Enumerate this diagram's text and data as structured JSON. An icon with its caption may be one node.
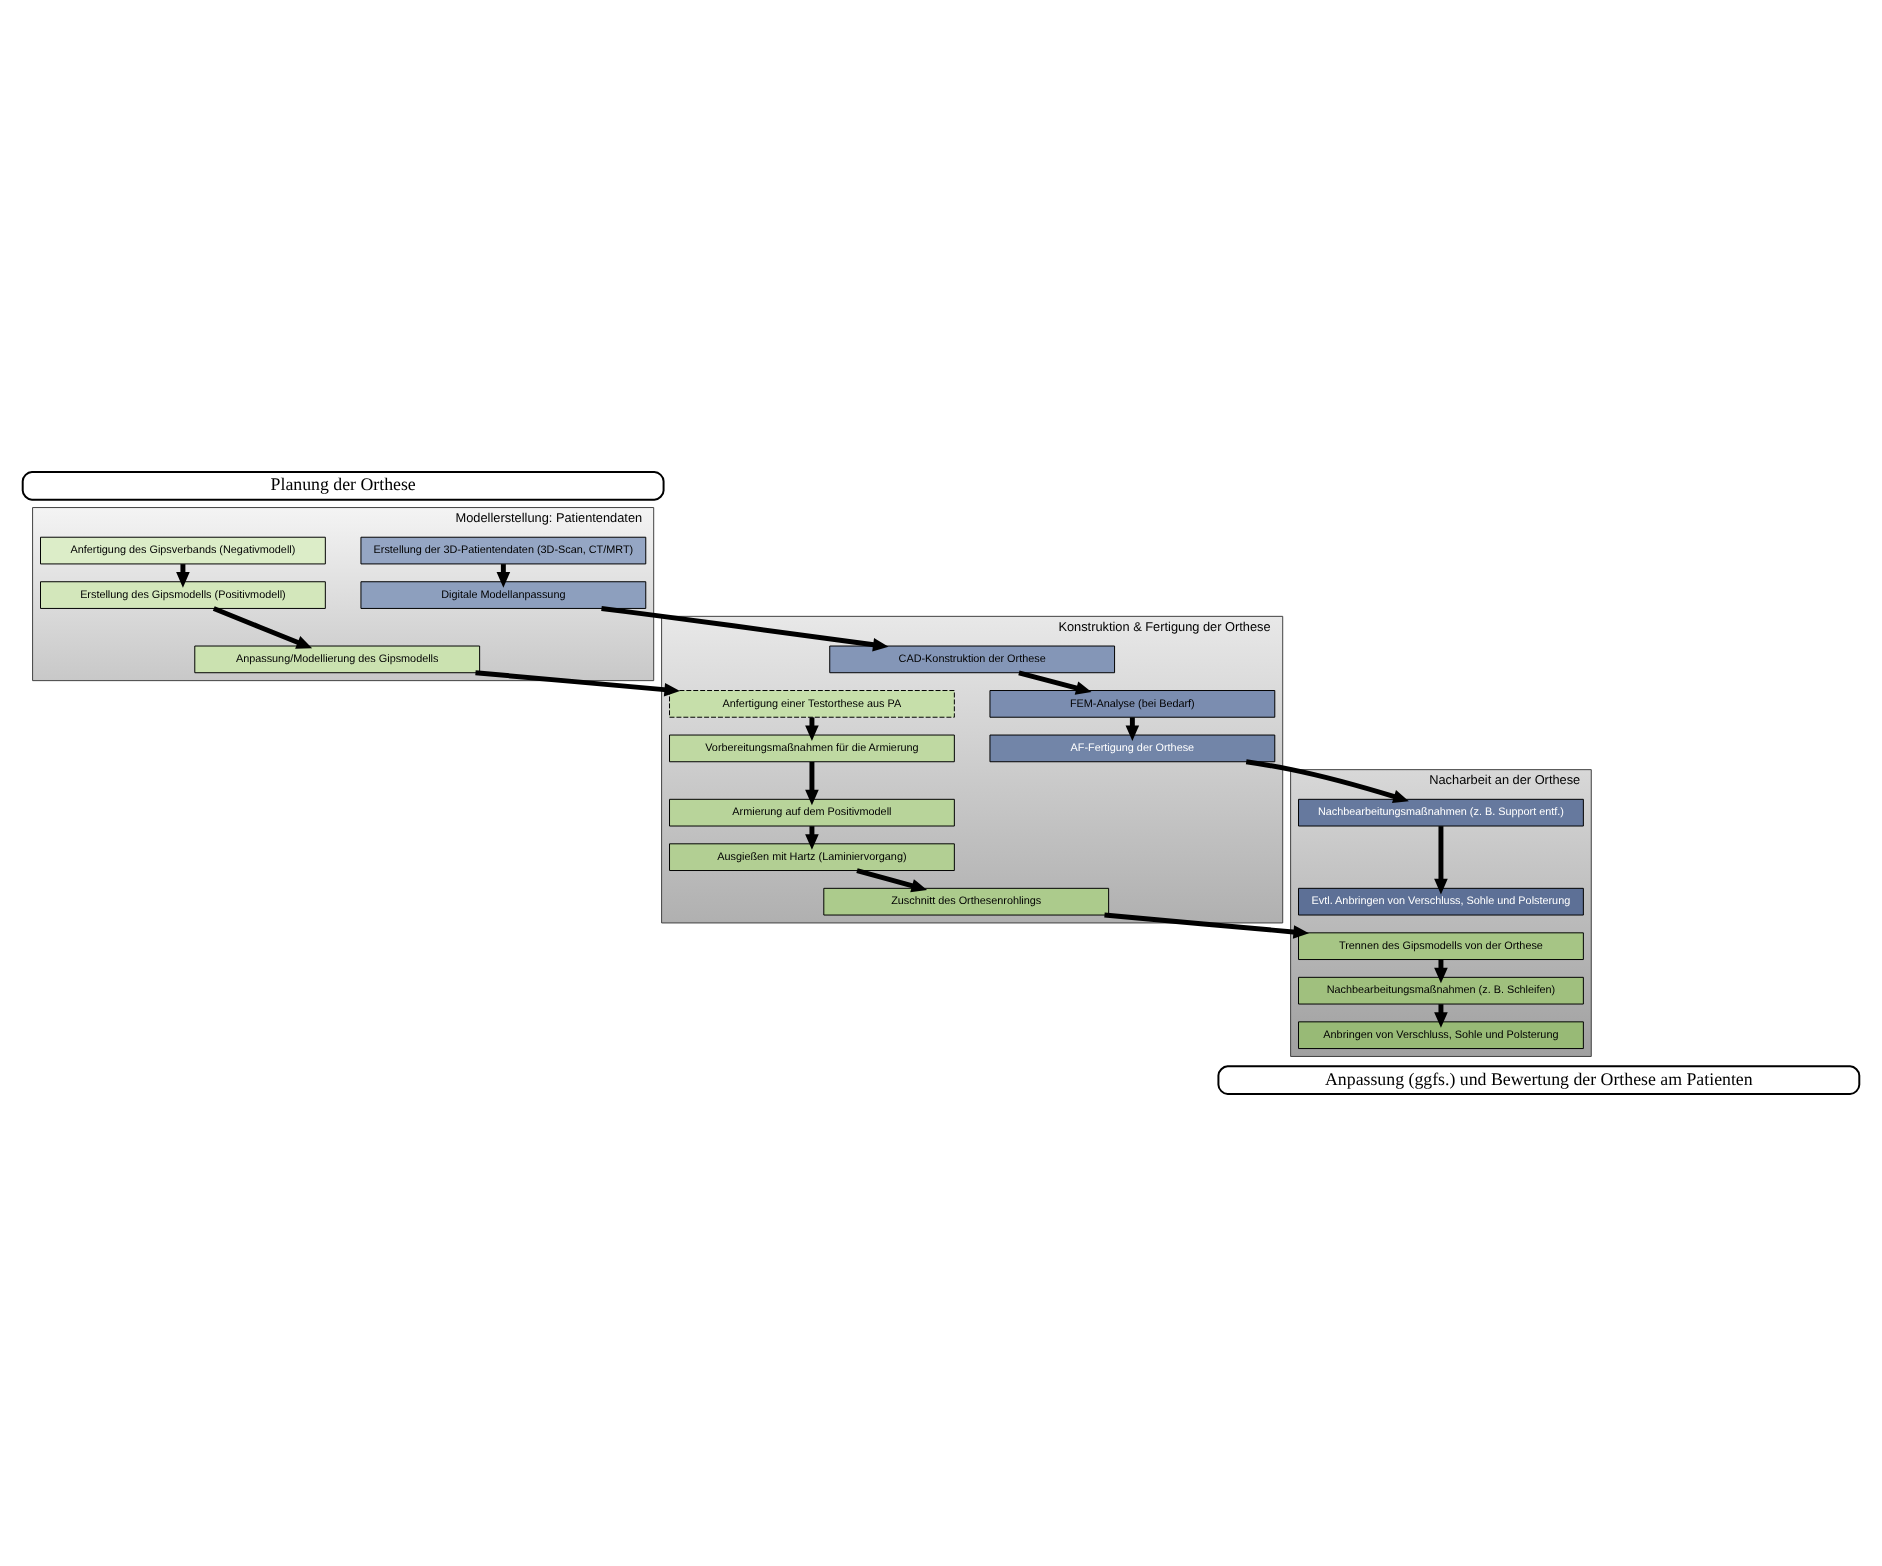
{
  "diagram": {
    "nodes": [
      {
        "text": [
          "Planung der Orthese"
        ]
      },
      {
        "text": [
          "Modellerstellung: Patientendaten"
        ]
      },
      {
        "text": [
          "Anfertigung des Gipsverbands (Negativmodell)"
        ],
        "in": 1
      },
      {
        "text": [
          "Erstellung des Gipsmodells (Positivmodell)"
        ],
        "in": 1
      },
      {
        "text": [
          "Anpassung/Modellierung des Gipsmodells"
        ],
        "in": 1
      },
      {
        "text": [
          "Erstellung der 3D-Patientendaten (3D-Scan, CT/MRT)"
        ],
        "in": 1
      },
      {
        "text": [
          "Digitale Modellanpassung"
        ],
        "in": 1
      },
      {
        "text": [
          "Konstruktion & Fertigung der Orthese"
        ]
      },
      {
        "text": [
          "Anfertigung einer Testorthese aus PA"
        ],
        "in": 7
      },
      {
        "text": [
          "Vorbereitungsmaßnahmen für die Armierung"
        ],
        "in": 7
      },
      {
        "text": [
          "Armierung auf dem Positivmodell"
        ],
        "in": 7
      },
      {
        "text": [
          "Ausgießen mit Hartz (Laminiervorgang)"
        ],
        "in": 7
      },
      {
        "text": [
          "Zuschnitt des Orthesenrohlings"
        ],
        "in": 7
      },
      {
        "text": [
          "CAD-Konstruktion der Orthese"
        ],
        "in": 7
      },
      {
        "text": [
          "FEM-Analyse (bei Bedarf)"
        ],
        "in": 7
      },
      {
        "text": [
          "AF-Fertigung der Orthese"
        ],
        "in": 7
      },
      {
        "text": [
          "Nacharbeit an der Orthese"
        ]
      },
      {
        "text": [
          "Trennen des Gipsmodells von der Orthese"
        ],
        "in": 16
      },
      {
        "text": [
          "Nachbearbeitungsmaßnahmen (z. B. Schleifen)"
        ],
        "in": 16
      },
      {
        "text": [
          "Anbringen von Verschluss, Sohle und Polsterung"
        ],
        "in": 16
      },
      {
        "text": [
          "Nachbearbeitungsmaßnahmen (z. B. Support entf.)"
        ],
        "in": 16
      },
      {
        "text": [
          "Evtl. Anbringen von Verschluss, Sohle und Polsterung"
        ],
        "in": 16
      },
      {
        "text": [
          "Anpassung (ggfs.) und Bewertung der Orthese am Patienten"
        ]
      }
    ],
    "edges": [
      {
        "from": 2,
        "to": 3,
        "arrow": "to"
      },
      {
        "from": 3,
        "to": 4,
        "arrow": "to"
      },
      {
        "from": 4,
        "to": 8,
        "arrow": "to"
      },
      {
        "from": 8,
        "to": 9,
        "arrow": "to"
      },
      {
        "from": 9,
        "to": 10,
        "arrow": "to"
      },
      {
        "from": 10,
        "to": 11,
        "arrow": "to"
      },
      {
        "from": 11,
        "to": 12,
        "arrow": "to"
      },
      {
        "from": 12,
        "to": 17,
        "arrow": "to"
      },
      {
        "from": 17,
        "to": 18,
        "arrow": "to"
      },
      {
        "from": 18,
        "to": 19,
        "arrow": "to"
      },
      {
        "from": 5,
        "to": 6,
        "arrow": "to"
      },
      {
        "from": 6,
        "to": 13,
        "arrow": "to"
      },
      {
        "from": 13,
        "to": 14,
        "arrow": "to"
      },
      {
        "from": 14,
        "to": 15,
        "arrow": "to"
      },
      {
        "from": 15,
        "to": 20,
        "arrow": "to"
      },
      {
        "from": 20,
        "to": 21,
        "arrow": "to"
      }
    ]
  }
}
